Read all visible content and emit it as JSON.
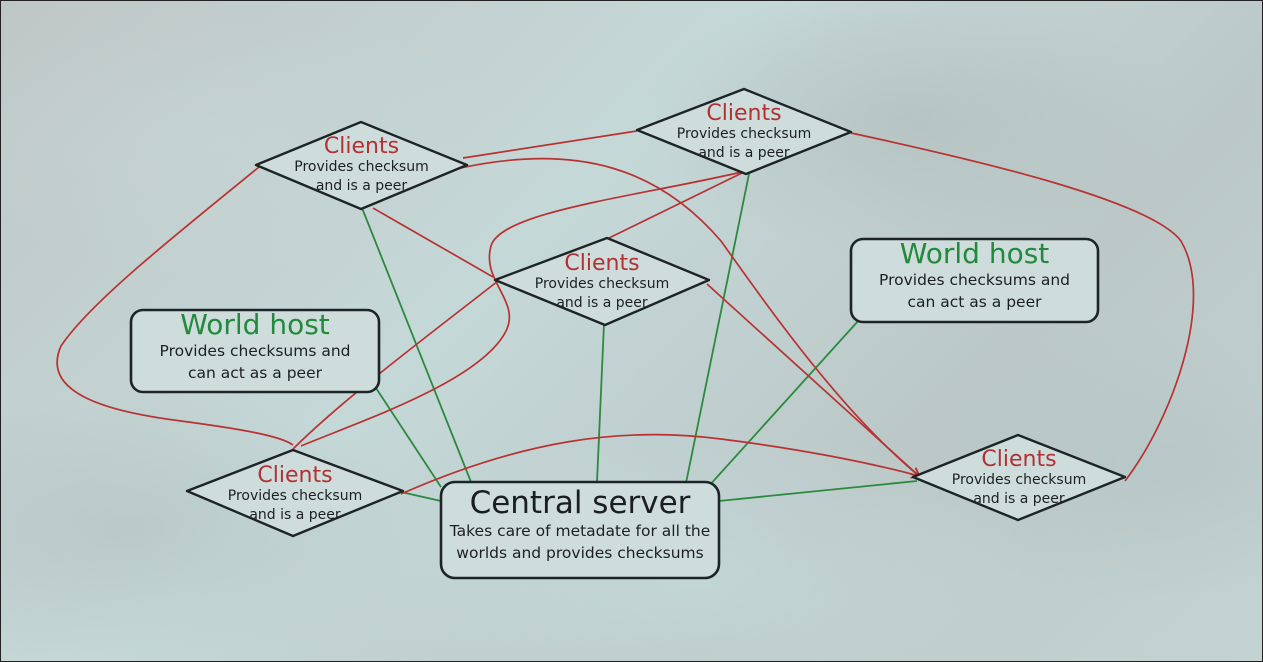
{
  "colors": {
    "client_title": "#b03232",
    "world_host_title": "#228a3c",
    "peer_edge": "#b83232",
    "server_edge": "#2b8a3e",
    "node_fill": "#cfdcdc",
    "node_stroke": "#1d2427"
  },
  "nodes": {
    "client_top_left": {
      "title": "Clients",
      "line1": "Provides checksum",
      "line2": "and is a peer"
    },
    "client_top_right": {
      "title": "Clients",
      "line1": "Provides checksum",
      "line2": "and is a peer"
    },
    "client_middle": {
      "title": "Clients",
      "line1": "Provides checksum",
      "line2": "and is a peer"
    },
    "client_bottom_left": {
      "title": "Clients",
      "line1": "Provides checksum",
      "line2": "and is a peer"
    },
    "client_bottom_right": {
      "title": "Clients",
      "line1": "Provides checksum",
      "line2": "and is a peer"
    },
    "world_host_left": {
      "title": "World host",
      "line1": "Provides checksums and",
      "line2": "can act as a peer"
    },
    "world_host_right": {
      "title": "World host",
      "line1": "Provides checksums and",
      "line2": "can act as a peer"
    },
    "central_server": {
      "title": "Central server",
      "line1": "Takes care of metadate for all the",
      "line2": "worlds and provides checksums"
    }
  }
}
